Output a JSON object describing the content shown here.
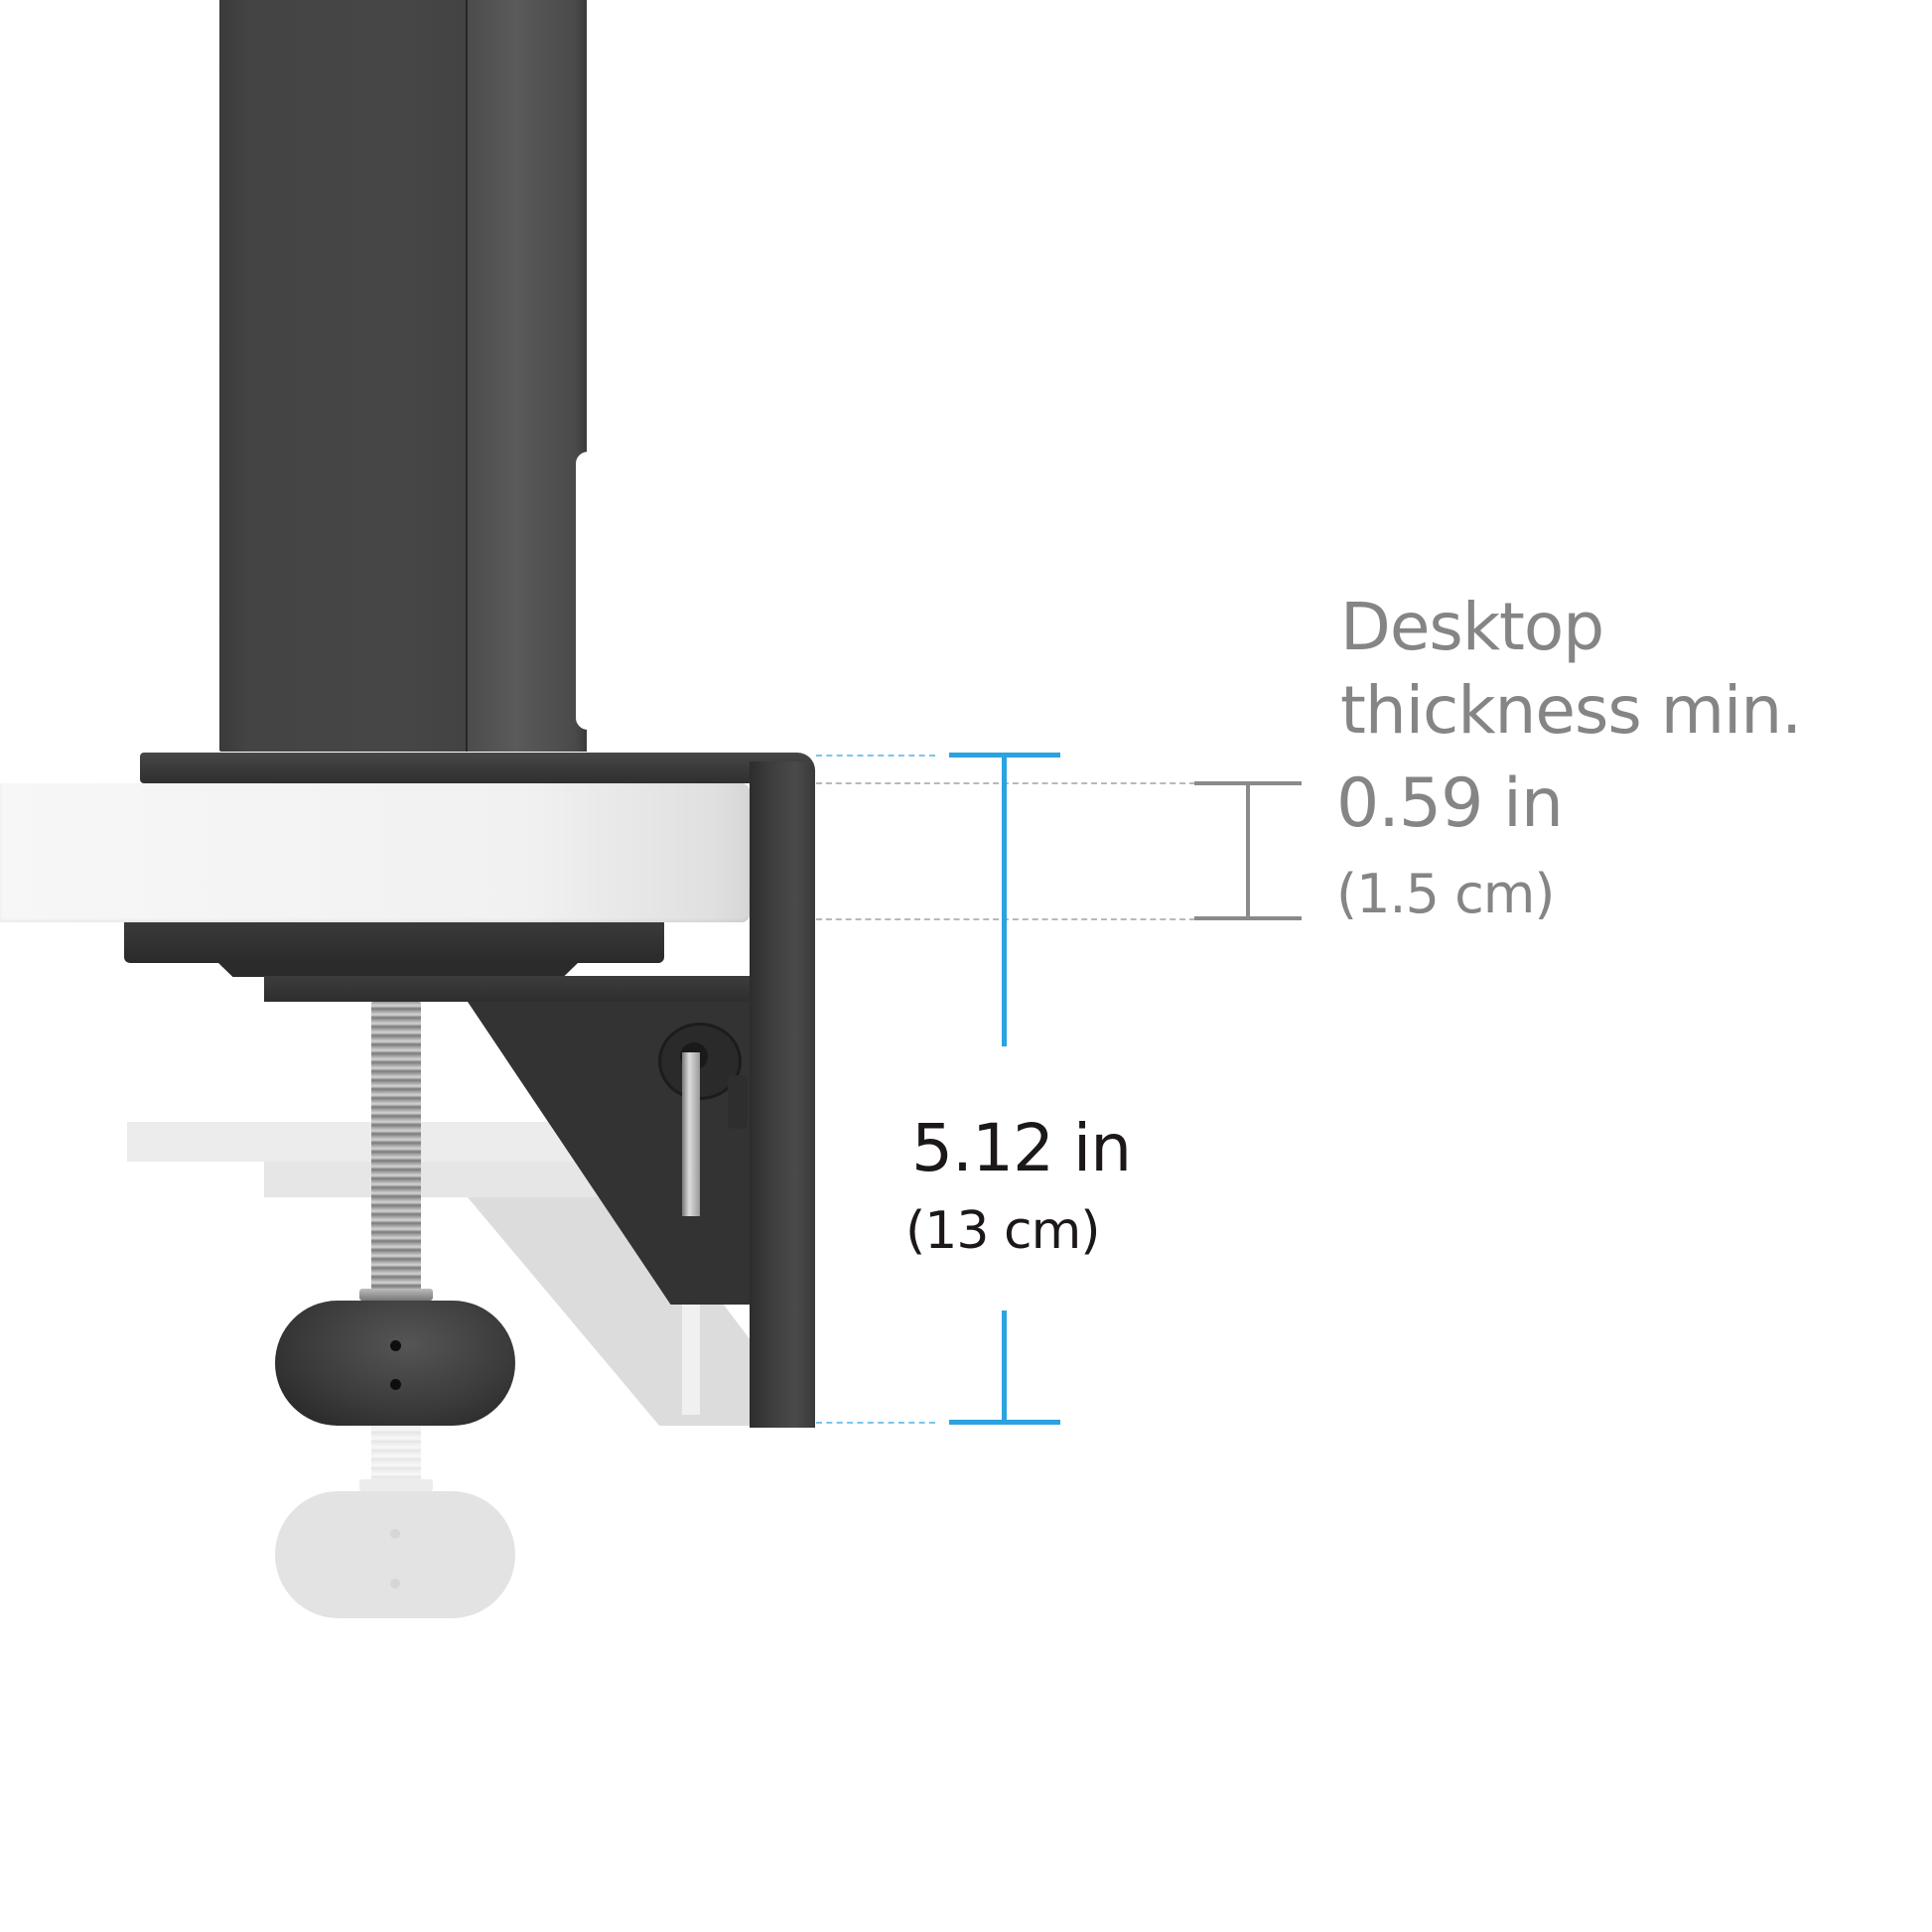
{
  "labels": {
    "desktop_line1": "Desktop",
    "desktop_line2": "thickness min.",
    "thickness_in": "0.59 in",
    "thickness_cm": "(1.5 cm)",
    "clamp_range_in": "5.12 in",
    "clamp_range_cm": "(13 cm)"
  },
  "measurements": {
    "desktop_thickness_min": {
      "inches": 0.59,
      "cm": 1.5,
      "color": "#8a8a8a"
    },
    "max_clamp_range": {
      "inches": 5.12,
      "cm": 13,
      "color": "#2ba3df"
    }
  },
  "colors": {
    "accent_blue": "#2ba3df",
    "dimension_gray": "#8a8a8a",
    "label_gray": "#858585",
    "label_dark": "#1c1818",
    "hardware_black": "#333333",
    "desk_white": "#f4f4f4"
  }
}
